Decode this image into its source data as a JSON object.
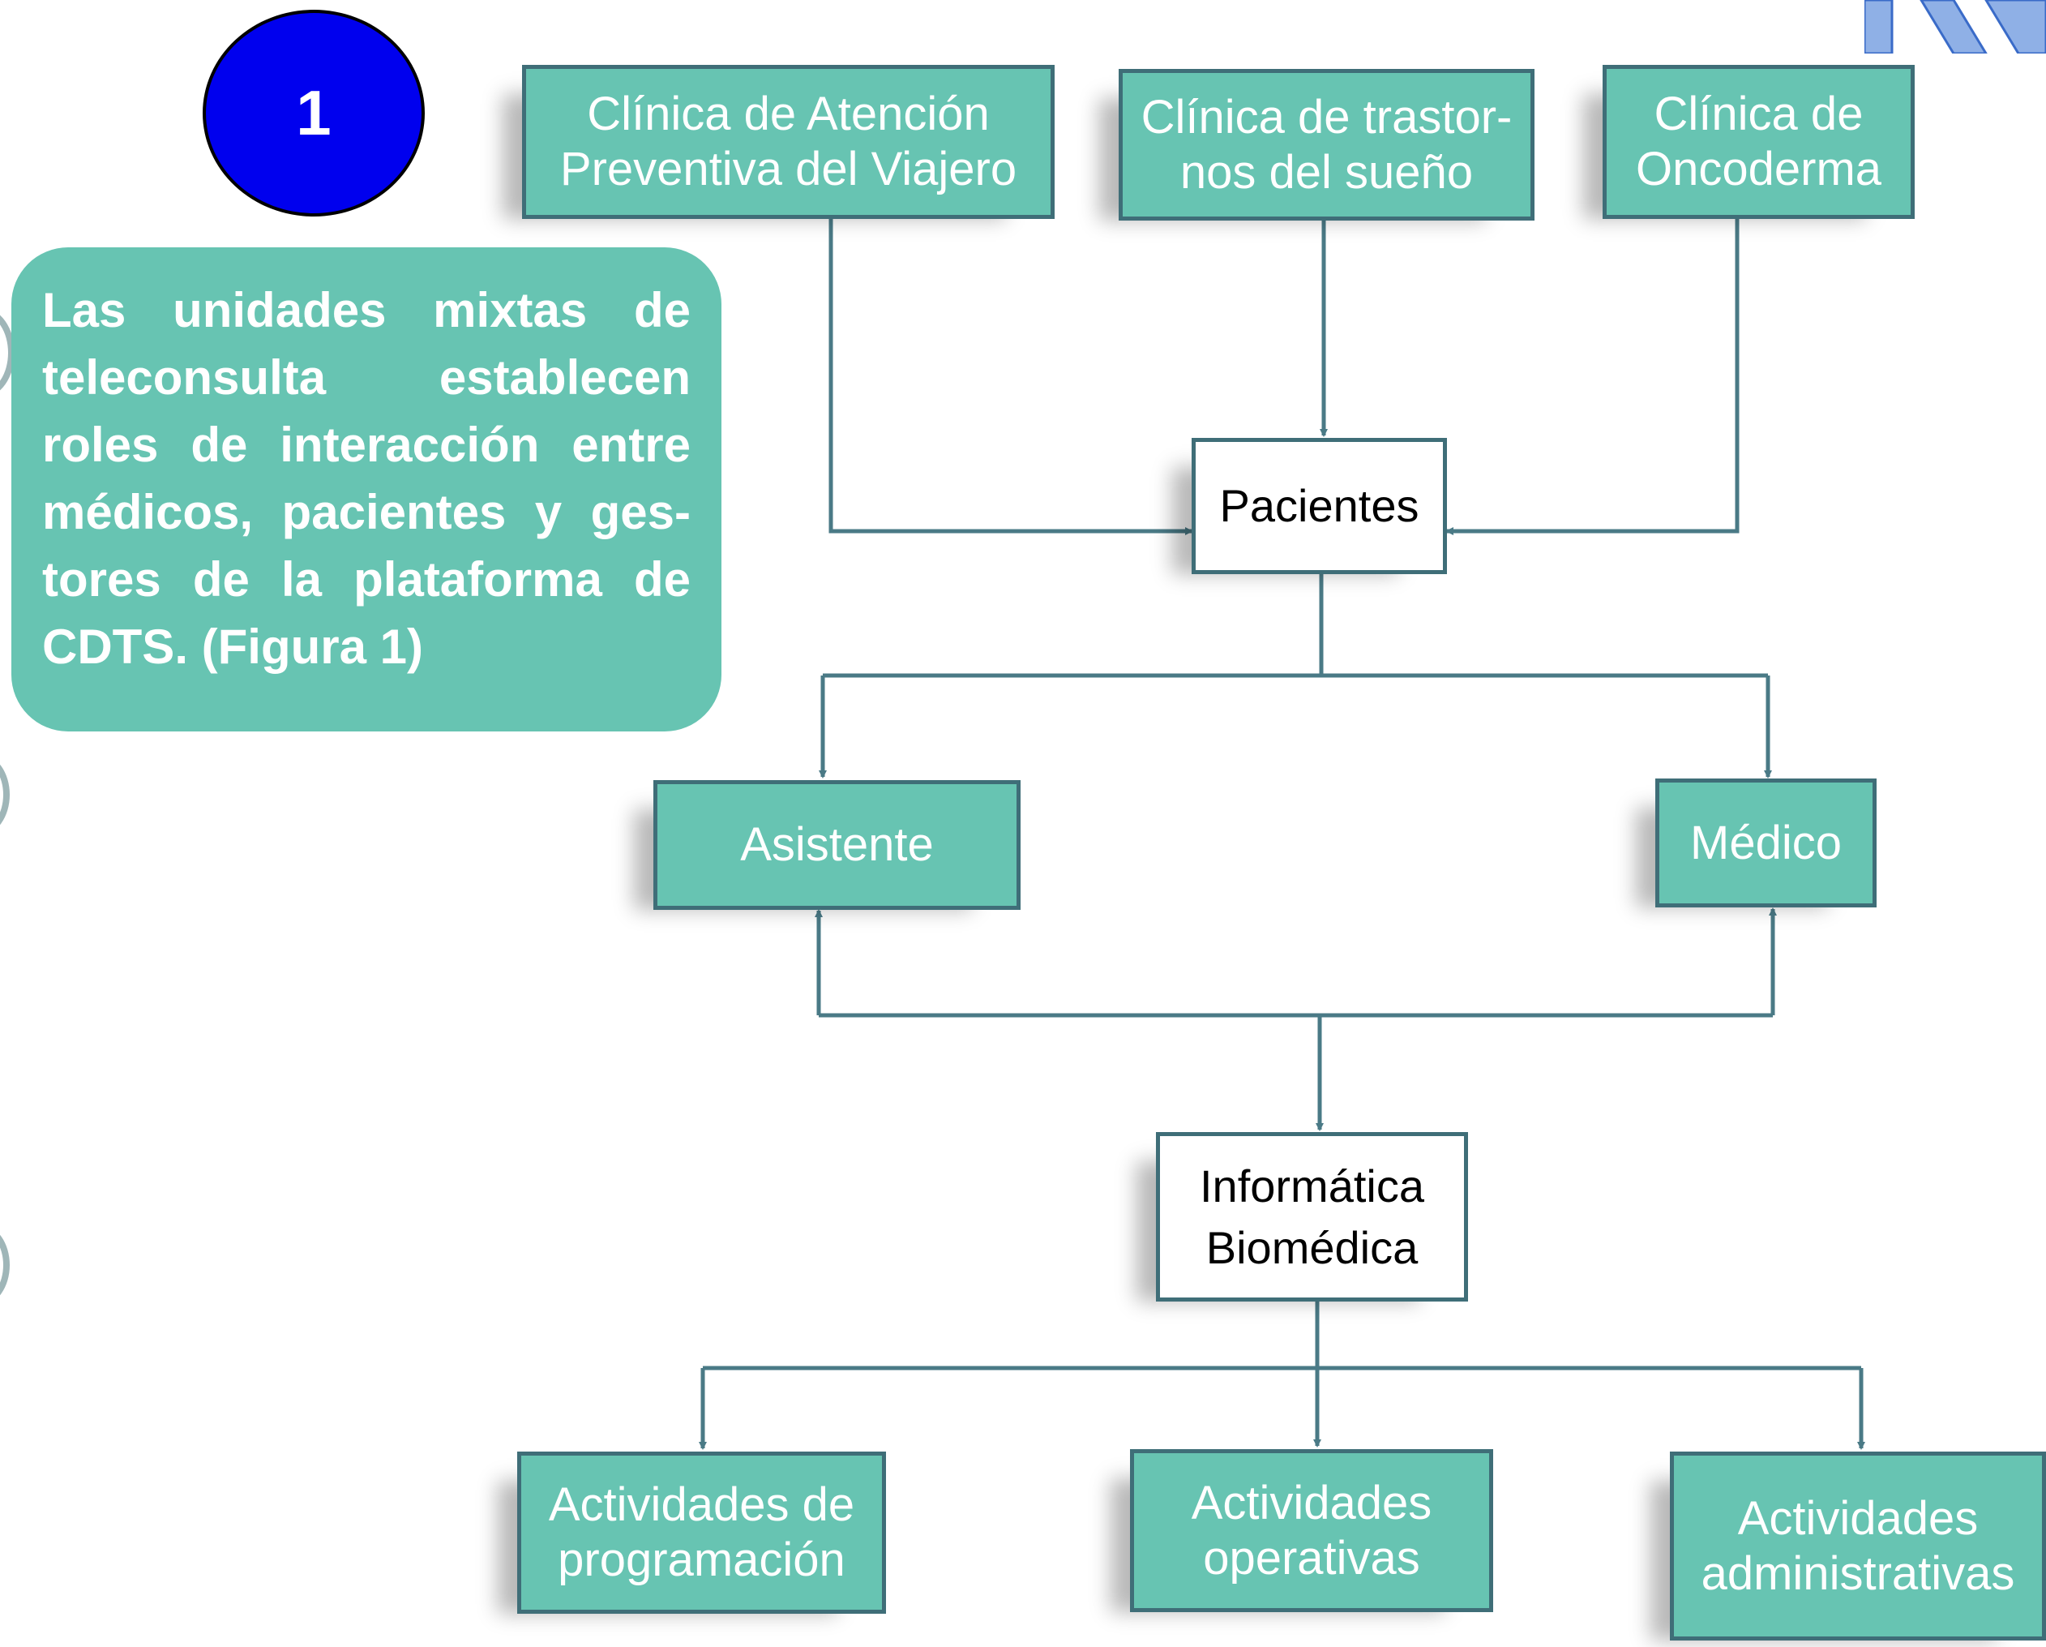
{
  "badge": {
    "number": "1"
  },
  "callout": {
    "text": "Las unidades mixtas de teleconsulta establecen roles de interacción entre médicos, pacientes y ges-tores de la plataforma de CDTS. (Figura 1)"
  },
  "nodes": {
    "clinica_viajero": [
      "Clínica de Atención",
      "Preventiva del Viajero"
    ],
    "clinica_sueno": [
      "Clínica de trastor-",
      "nos del sueño"
    ],
    "clinica_oncoderma": [
      "Clínica de",
      "Oncoderma"
    ],
    "pacientes": [
      "Pacientes"
    ],
    "asistente": [
      "Asistente"
    ],
    "medico": [
      "Médico"
    ],
    "informatica": [
      "Informática",
      "Biomédica"
    ],
    "act_programacion": [
      "Actividades de",
      "programación"
    ],
    "act_operativas": [
      "Actividades",
      "operativas"
    ],
    "act_administrativas": [
      "Actividades",
      "administrativas"
    ]
  },
  "colors": {
    "teal_fill": "#67c4b2",
    "line": "#4a7a86",
    "badge": "#0000ee"
  }
}
